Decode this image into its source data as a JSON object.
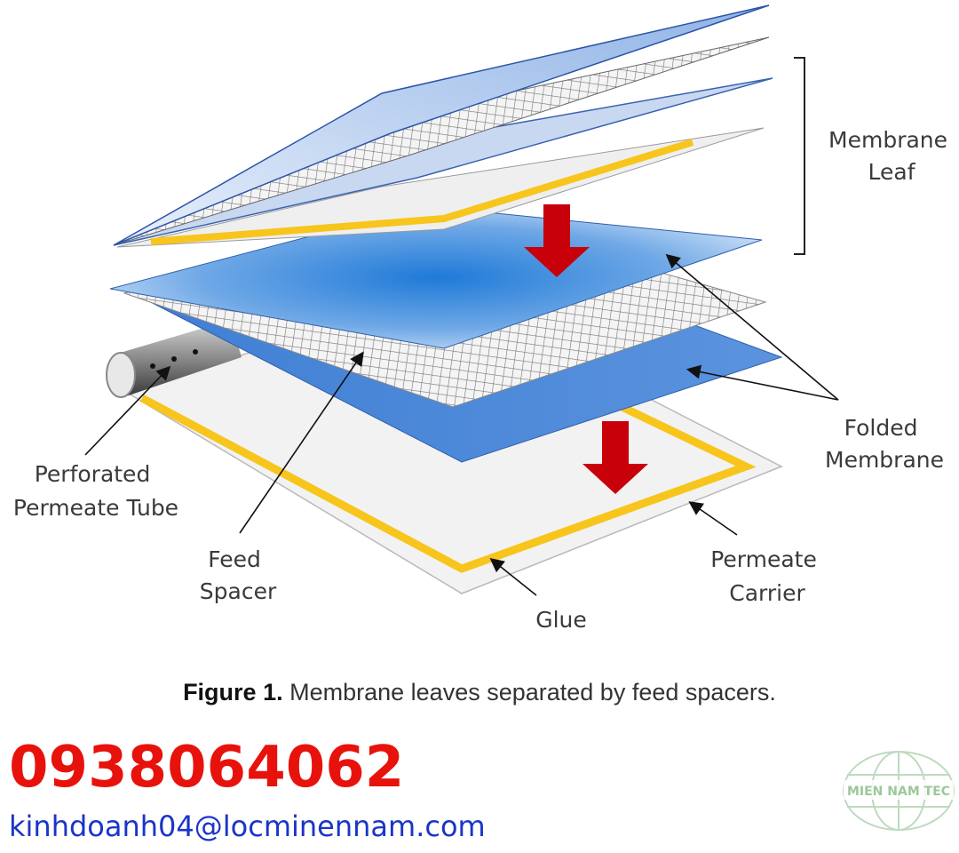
{
  "labels": {
    "membrane_leaf": [
      "Membrane",
      "Leaf"
    ],
    "folded_membrane": [
      "Folded",
      "Membrane"
    ],
    "perforated_permeate_tube": [
      "Perforated",
      "Permeate Tube"
    ],
    "feed_spacer": [
      "Feed",
      "Spacer"
    ],
    "permeate_carrier": [
      "Permeate",
      "Carrier"
    ],
    "glue": "Glue"
  },
  "caption": {
    "figure": "Figure 1.",
    "text": "Membrane leaves separated by feed spacers."
  },
  "contact": {
    "phone": "0938064062",
    "email": "kinhdoanh04@locminennam.com"
  },
  "logo": {
    "text": "MIEN NAM TEC"
  },
  "colors": {
    "membrane_blue": "#3d7fd6",
    "glue_yellow": "#f7c51c",
    "arrow_red": "#c8000a",
    "phone_red": "#e8120c",
    "email_blue": "#1a35c8"
  }
}
